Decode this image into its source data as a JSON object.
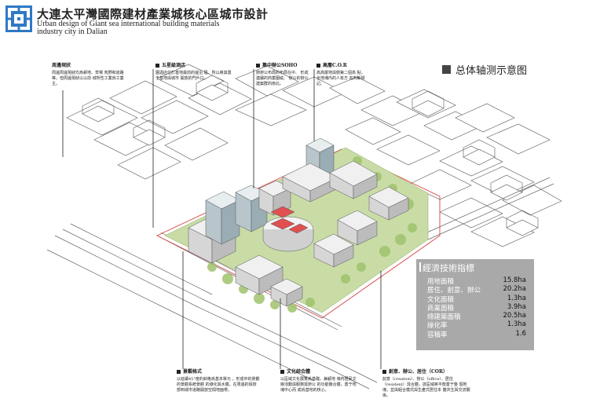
{
  "header": {
    "title_cn": "大連太平灣國際建材產業城核心區城市設計",
    "title_en_line1": "Urban design of Giant sea international building materials",
    "title_en_line2": "industry city in Dalian"
  },
  "axon_title": "总体轴测示意图",
  "callouts": {
    "c1": {
      "heading": "周邊現狀",
      "text": "周邊周邊現狀均爲耕地、草場 荒野和道路等。但周邊現狀以以前 城所性工業爲工業主。"
    },
    "c2": {
      "heading": "五星級酒店",
      "text": "園酒店位於基地最前的邊沿 隨、所以將其置于基地與城市 開放的門戶口。"
    },
    "c3": {
      "heading": "集中辦公SOHO",
      "text": "辦辦公布局的布局在中、 形成連續的商業圍繞、 辦公的辦公建築群的南北。"
    },
    "c4": {
      "heading": "高層C.O.R",
      "text": "高高層地與側第二個高 點，全地塊內的人有方 向判斷標記。"
    },
    "c5": {
      "heading": "景觀格式",
      "text": "以延續45°度的斜格爲基本單元 ，形成中的景觀的景觀系統景觀 的綠化與水體，在周邊的與辦 部到城市道路開放空間地面帶。"
    },
    "c6": {
      "heading": "文化綜合體",
      "text": "以區域文化展覽爲基礎，兼顧地 塊內居民文娛活動與服務需辦公 的功能聯合體，置于地塊中心而 成爲基地的核心。"
    },
    "c7": {
      "heading": "創意、辦公、居住（COR）",
      "text": "創意（creation）、辦公（office）、居住 （resident）混合體，該區域將平衡置于整 個地塊，並與組合模式與生產式居住本 體共生與交流關係。"
    }
  },
  "stats": {
    "title": "經濟技術指標",
    "rows": [
      {
        "label": "用地面積",
        "value": "15.8ha"
      },
      {
        "label": "居住、創意、辦公",
        "value": "20.2ha"
      },
      {
        "label": "文化面積",
        "value": "1.3ha"
      },
      {
        "label": "商業面積",
        "value": "3.9ha"
      },
      {
        "label": "總建築面積",
        "value": "20.5ha"
      },
      {
        "label": "綠化率",
        "value": "1.3ha"
      },
      {
        "label": "容積率",
        "value": "1.6"
      }
    ]
  }
}
